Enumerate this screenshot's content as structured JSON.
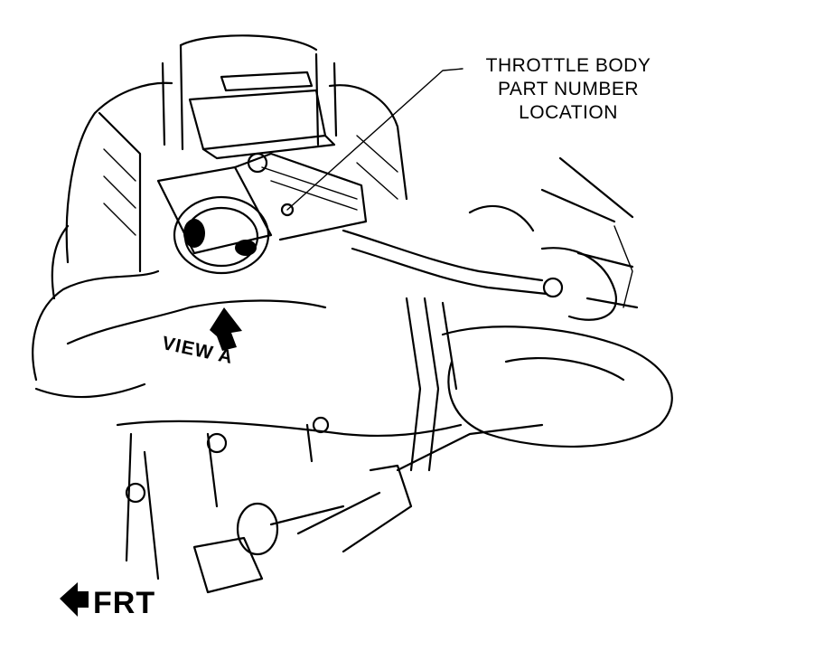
{
  "callout": {
    "lines": [
      "THROTTLE BODY",
      "PART NUMBER",
      "LOCATION"
    ]
  },
  "view_label": "VIEW A",
  "front_label": "FRT",
  "icons": {
    "view_arrow": "arrow-up-icon",
    "front_arrow": "arrow-left-icon"
  },
  "colors": {
    "ink": "#000000",
    "paper": "#ffffff"
  }
}
